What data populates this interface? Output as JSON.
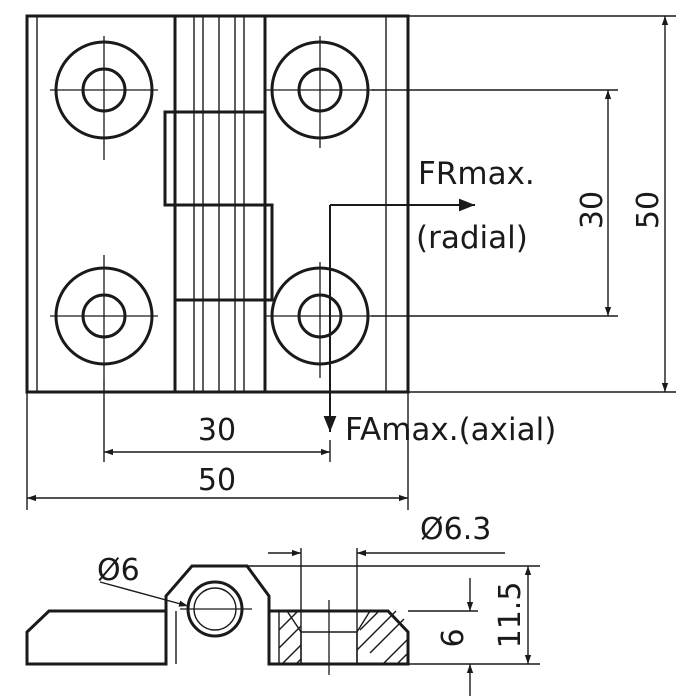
{
  "front_view": {
    "dim_hole_spacing_h": "30",
    "dim_width": "50",
    "dim_hole_spacing_v": "30",
    "dim_height": "50",
    "radial_force_label_1": "FRmax.",
    "radial_force_label_2": "(radial)",
    "axial_force_label": "FAmax.(axial)"
  },
  "side_view": {
    "pin_diameter": "Ø6",
    "hole_diameter": "Ø6.3",
    "dim_leaf_height": "6",
    "dim_total_height": "11.5"
  }
}
